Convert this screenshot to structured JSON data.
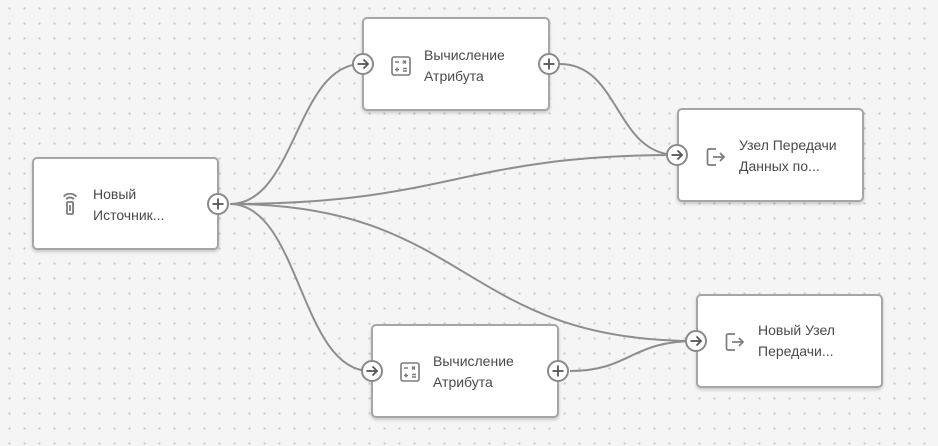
{
  "nodes": {
    "source": {
      "label_line1": "Новый",
      "label_line2": "Источник...",
      "icon": "radio-tower-icon"
    },
    "calc_top": {
      "label_line1": "Вычисление",
      "label_line2": "Атрибута",
      "icon": "calculator-icon"
    },
    "calc_bottom": {
      "label_line1": "Вычисление",
      "label_line2": "Атрибута",
      "icon": "calculator-icon"
    },
    "output_top": {
      "label_line1": "Узел Передачи",
      "label_line2": "Данных по...",
      "icon": "export-icon"
    },
    "output_bottom": {
      "label_line1": "Новый Узел",
      "label_line2": "Передачи...",
      "icon": "export-icon"
    }
  },
  "ports": {
    "output_port": "plus-icon",
    "input_port": "arrow-right-icon"
  },
  "colors": {
    "canvas_background": "#f5f5f5",
    "grid_dot": "#c9c9c9",
    "node_border": "#a6a6a6",
    "edge": "#8e8e8e",
    "label_text": "#4a4a4a"
  }
}
